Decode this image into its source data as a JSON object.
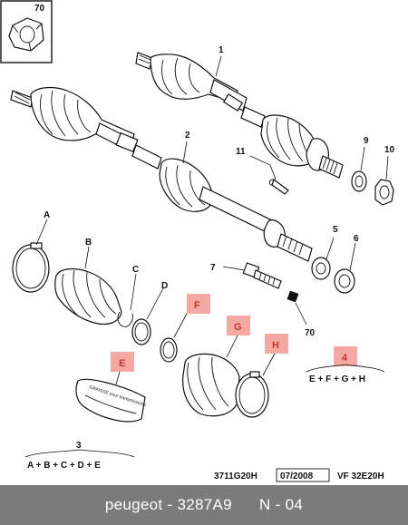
{
  "callouts": {
    "c70_top": "70",
    "c1": "1",
    "c2": "2",
    "c4": "4",
    "c5": "5",
    "c6": "6",
    "c7": "7",
    "c9": "9",
    "c10": "10",
    "c11": "11",
    "c70_nut": "70",
    "cA": "A",
    "cB": "B",
    "cC": "C",
    "cD": "D",
    "cE": "E",
    "cF": "F",
    "cG": "G",
    "cH": "H",
    "c3": "3"
  },
  "formulas": {
    "kit4": "E + F + G + H",
    "kit3": "A + B + C + D + E"
  },
  "references": {
    "code": "3711G20H",
    "date": "07/2008",
    "vf": "VF 32E20H"
  },
  "grease_text": "GRAISSE pour transmissions",
  "highlight_color": "#f4a7a3",
  "footer": {
    "brand": "peugeot",
    "part_number": "3287A9",
    "position": "N - 04"
  }
}
